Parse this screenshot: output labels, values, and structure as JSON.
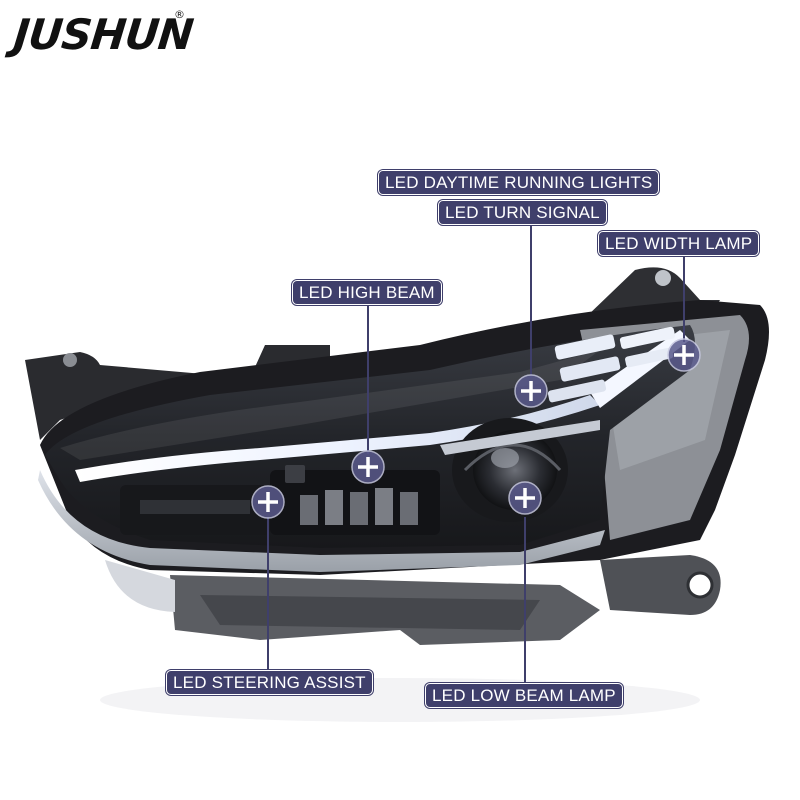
{
  "brand": {
    "name": "JUSHUN",
    "registered_mark": "®"
  },
  "callouts": {
    "drl": "LED DAYTIME RUNNING LIGHTS",
    "turn_signal": "LED TURN SIGNAL",
    "width_lamp": "LED WIDTH LAMP",
    "high_beam": "LED HIGH BEAM",
    "steering_assist": "LED STEERING ASSIST",
    "low_beam": "LED LOW BEAM LAMP"
  },
  "colors": {
    "label_background": "#3f3f6b",
    "label_text": "#ffffff",
    "marker": "#5a5a8c",
    "housing_dark": "#1c1c20",
    "bracket_grey": "#5b5d62",
    "drl_light": "#f2f6ff"
  },
  "icons": {
    "marker": "plus-circle-icon"
  }
}
